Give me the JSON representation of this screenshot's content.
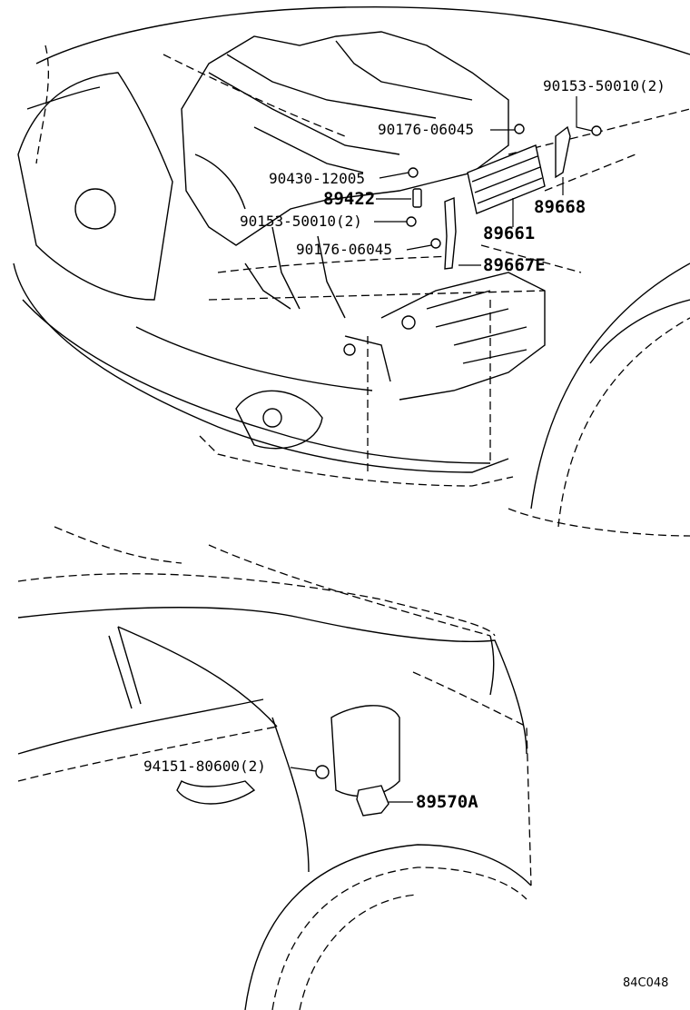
{
  "callouts": [
    {
      "id": "p-90153-top",
      "text": "90153-50010(2)"
    },
    {
      "id": "p-90176-a",
      "text": "90176-06045"
    },
    {
      "id": "p-90430",
      "text": "90430-12005"
    },
    {
      "id": "p-89422",
      "text": "89422"
    },
    {
      "id": "p-89668",
      "text": "89668"
    },
    {
      "id": "p-90153-left",
      "text": "90153-50010(2)"
    },
    {
      "id": "p-89661",
      "text": "89661"
    },
    {
      "id": "p-90176-b",
      "text": "90176-06045"
    },
    {
      "id": "p-89667e",
      "text": "89667E"
    },
    {
      "id": "p-94151",
      "text": "94151-80600(2)"
    },
    {
      "id": "p-89570a",
      "text": "89570A"
    }
  ],
  "figure_code": "84C048"
}
